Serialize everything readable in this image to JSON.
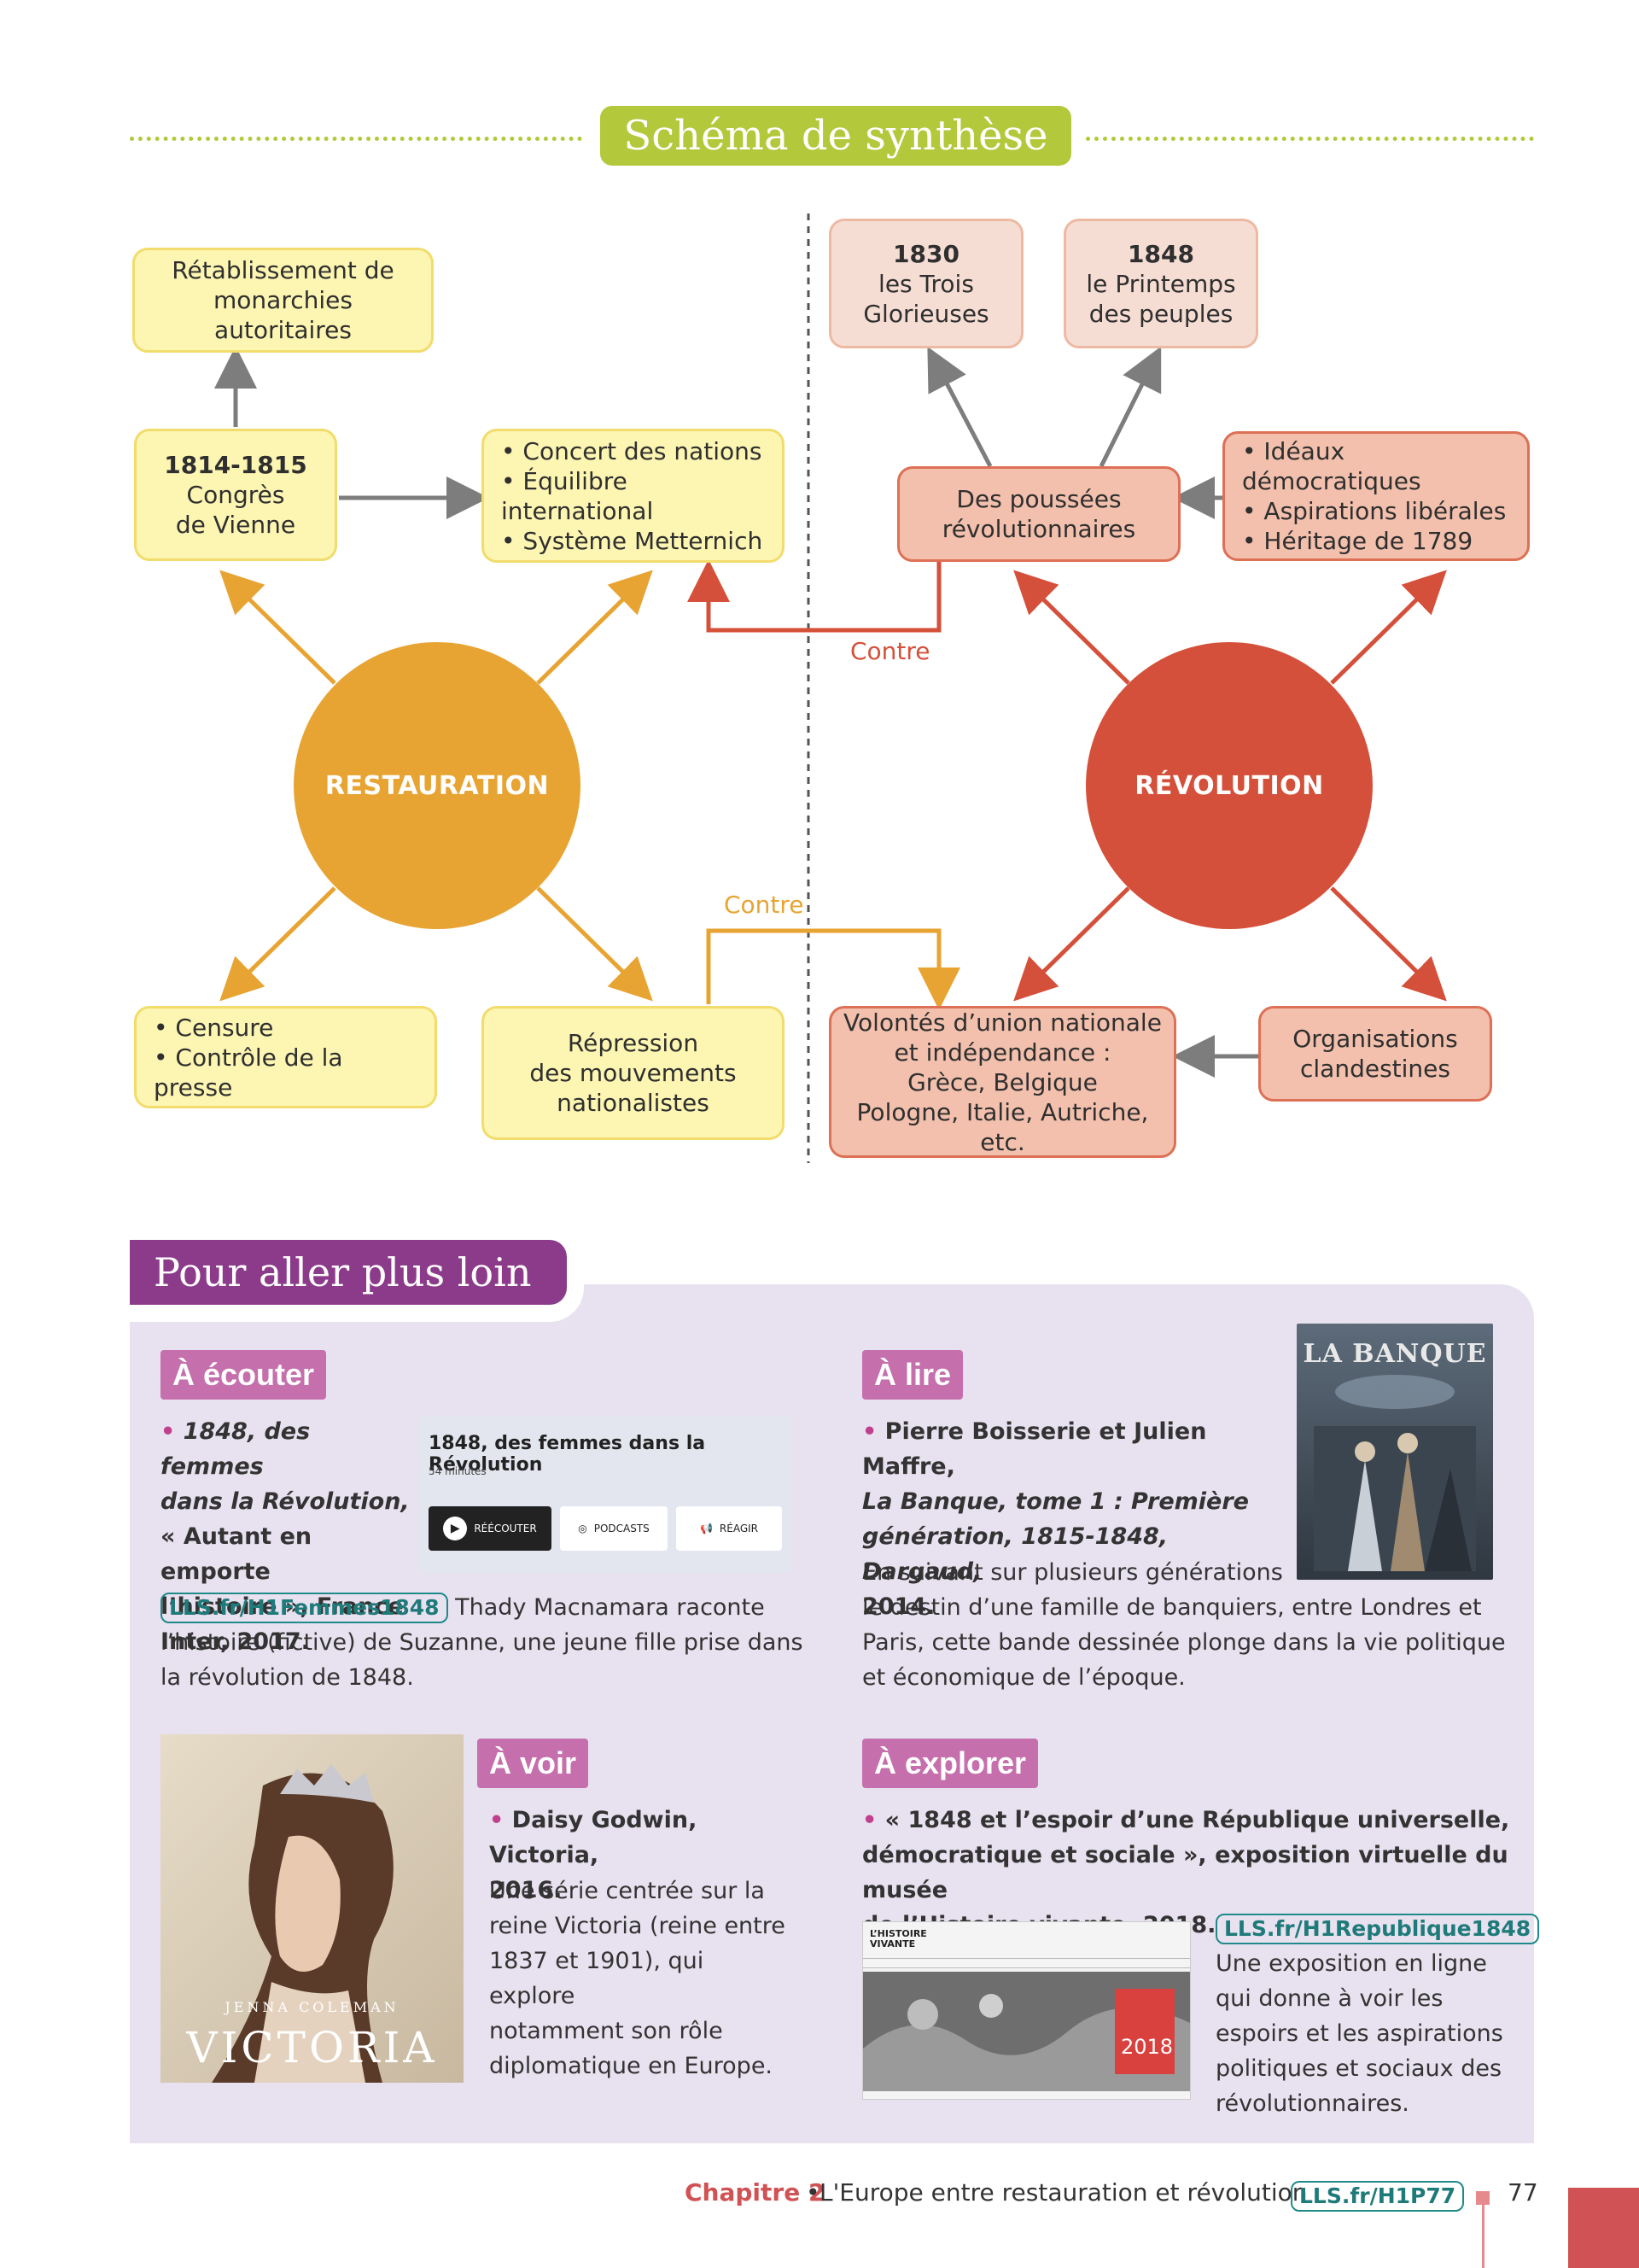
{
  "synthesis": {
    "title": "Schéma de synthèse",
    "circles": {
      "restauration": "RESTAURATION",
      "revolution": "RÉVOLUTION"
    },
    "contre_top": "Contre",
    "contre_bottom": "Contre",
    "boxes": {
      "retablissement": [
        "Rétablissement de",
        "monarchies autoritaires"
      ],
      "vienne": {
        "year": "1814-1815",
        "lines": [
          "Congrès",
          "de Vienne"
        ]
      },
      "concert": [
        "• Concert des nations",
        "• Équilibre international",
        "• Système Metternich"
      ],
      "censure": [
        "• Censure",
        "• Contrôle de la presse"
      ],
      "repression": [
        "Répression",
        "des mouvements",
        "nationalistes"
      ],
      "y1830": {
        "year": "1830",
        "lines": [
          "les Trois",
          "Glorieuses"
        ]
      },
      "y1848": {
        "year": "1848",
        "lines": [
          "le Printemps",
          "des peuples"
        ]
      },
      "poussees": [
        "Des poussées",
        "révolutionnaires"
      ],
      "ideaux": [
        "• Idéaux démocratiques",
        "• Aspirations libérales",
        "• Héritage de 1789"
      ],
      "volontes": [
        "Volontés d’union nationale",
        "et indépendance :",
        "Grèce, Belgique",
        "Pologne, Italie, Autriche, etc."
      ],
      "organisations": [
        "Organisations",
        "clandestines"
      ]
    },
    "colors": {
      "green": "#b3c83a",
      "orange": "#e8a433",
      "red": "#d5503a",
      "gray": "#7d7d7d"
    }
  },
  "further": {
    "title": "Pour aller plus loin",
    "ecouter": {
      "tag": "À écouter",
      "ref_lines": [
        "1848, des femmes",
        "dans la Révolution,",
        "« Autant en emporte",
        "l’histoire », France",
        "Inter, 2017."
      ],
      "link": "LLS.fr/H1Femmes1848",
      "text_after_link": "Thady Macnamara raconte",
      "text_lines": [
        "l’histoire (fictive) de Suzanne, une jeune fille prise dans",
        "la révolution de 1848."
      ],
      "podcast": {
        "title": "1848, des femmes dans la Révolution",
        "duration": "54 minutes",
        "btn1": "RÉÉCOUTER",
        "btn2": "PODCASTS",
        "btn3": "RÉAGIR"
      }
    },
    "lire": {
      "tag": "À lire",
      "ref_lines": [
        "Pierre Boisserie et Julien Maffre,",
        "La Banque, tome 1 : Première",
        "génération, 1815-1848, Dargaud,",
        "2014."
      ],
      "text_lines": [
        "En suivant sur plusieurs générations",
        "le destin d’une famille de banquiers, entre Londres et",
        "Paris, cette bande dessinée plonge dans la vie politique",
        "et économique de l’époque."
      ],
      "cover_title": "LA BANQUE"
    },
    "voir": {
      "tag": "À voir",
      "ref_lines": [
        "Daisy Godwin, Victoria,",
        "2016."
      ],
      "text_lines": [
        "Une série centrée sur la",
        "reine Victoria (reine entre",
        "1837 et 1901), qui explore",
        "notamment son rôle",
        "diplomatique en Europe."
      ],
      "poster_actor": "JENNA COLEMAN",
      "poster_title": "VICTORIA"
    },
    "explorer": {
      "tag": "À explorer",
      "ref_lines": [
        "« 1848 et l’espoir d’une République universelle,",
        "démocratique et sociale », exposition virtuelle du musée",
        "de l’Histoire vivante, 2018."
      ],
      "link": "LLS.fr/H1Republique1848",
      "text_lines": [
        "Une exposition en ligne",
        "qui donne à voir les",
        "espoirs et les aspirations",
        "politiques et sociaux des",
        "révolutionnaires."
      ],
      "site_title": "L’HISTOIRE VIVANTE",
      "site_badge_year": "2018"
    }
  },
  "footer": {
    "chapter": "Chapitre 2",
    "separator": "•",
    "title": "L'Europe entre restauration et révolution",
    "link": "LLS.fr/H1P77",
    "page": "77"
  }
}
